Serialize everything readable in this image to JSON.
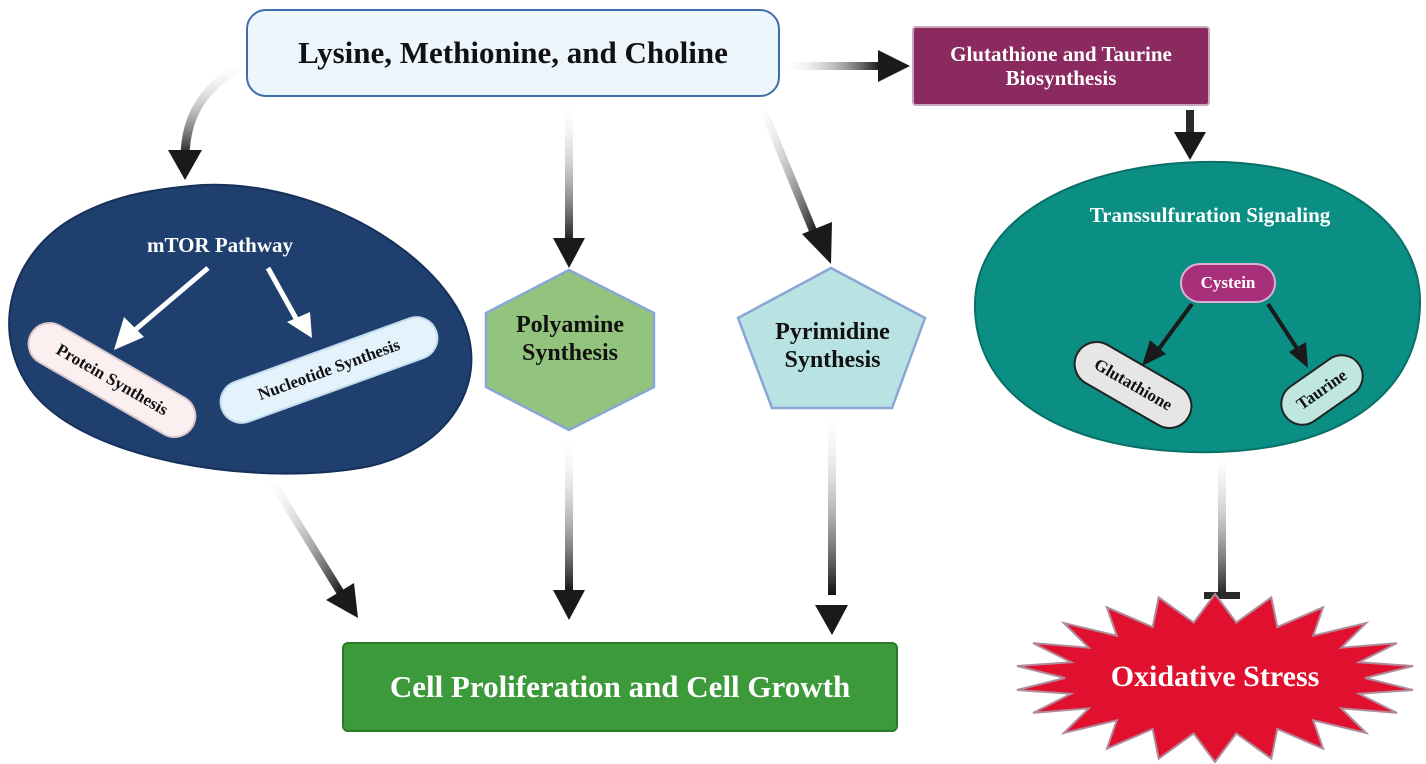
{
  "source": {
    "label": "Lysine, Methionine, and Choline"
  },
  "glutathione_taurine": {
    "label": "Glutathione and Taurine Biosynthesis"
  },
  "mtor": {
    "label": "mTOR Pathway",
    "protein": "Protein Synthesis",
    "nucleotide": "Nucleotide Synthesis"
  },
  "polyamine": {
    "label": "Polyamine Synthesis"
  },
  "pyrimidine": {
    "label": "Pyrimidine Synthesis"
  },
  "transsulfuration": {
    "label": "Transsulfuration Signaling",
    "cystein": "Cystein",
    "glutathione": "Glutathione",
    "taurine": "Taurine"
  },
  "outcome": {
    "label": "Cell Proliferation and Cell Growth"
  },
  "stress": {
    "label": "Oxidative Stress"
  },
  "colors": {
    "source_fill": "#eef6fd",
    "source_border": "#3d6ea8",
    "glut_fill": "#8a2a5e",
    "mtor_fill": "#1f3f6e",
    "polyamine_fill": "#93c47d",
    "pyrimidine_fill": "#b9e3e3",
    "trans_fill": "#0b8f84",
    "outcome_fill": "#3c9a3a",
    "stress_fill": "#e0102e",
    "arrow": "#1a1a1a"
  }
}
